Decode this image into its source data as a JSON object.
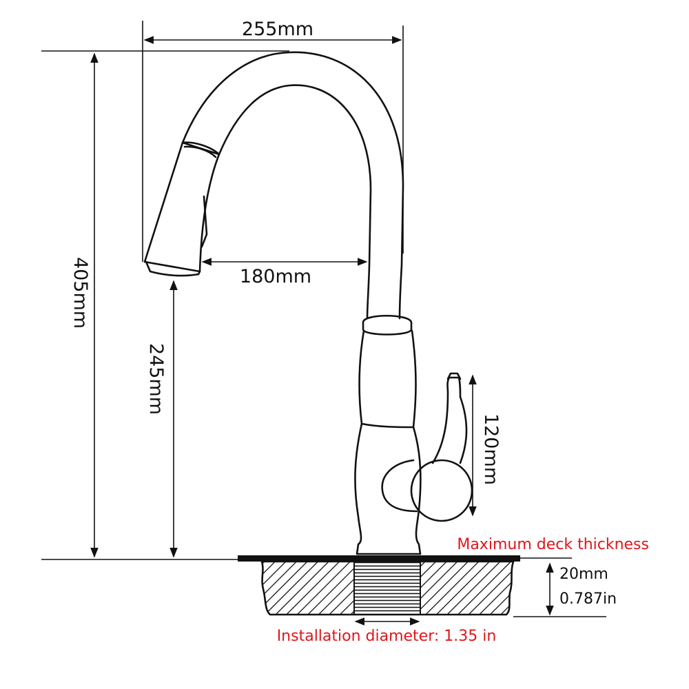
{
  "dimensions": {
    "total_width": "255mm",
    "spout_reach": "180mm",
    "total_height": "405mm",
    "spout_height": "245mm",
    "handle_height": "120mm",
    "deck_thickness_mm": "20mm",
    "deck_thickness_in": "0.787in"
  },
  "labels": {
    "max_deck_thickness": "Maximum deck thickness",
    "installation_diameter": "Installation diameter: 1.35 in"
  },
  "colors": {
    "line": "#111111",
    "accent": "#e0161b"
  }
}
